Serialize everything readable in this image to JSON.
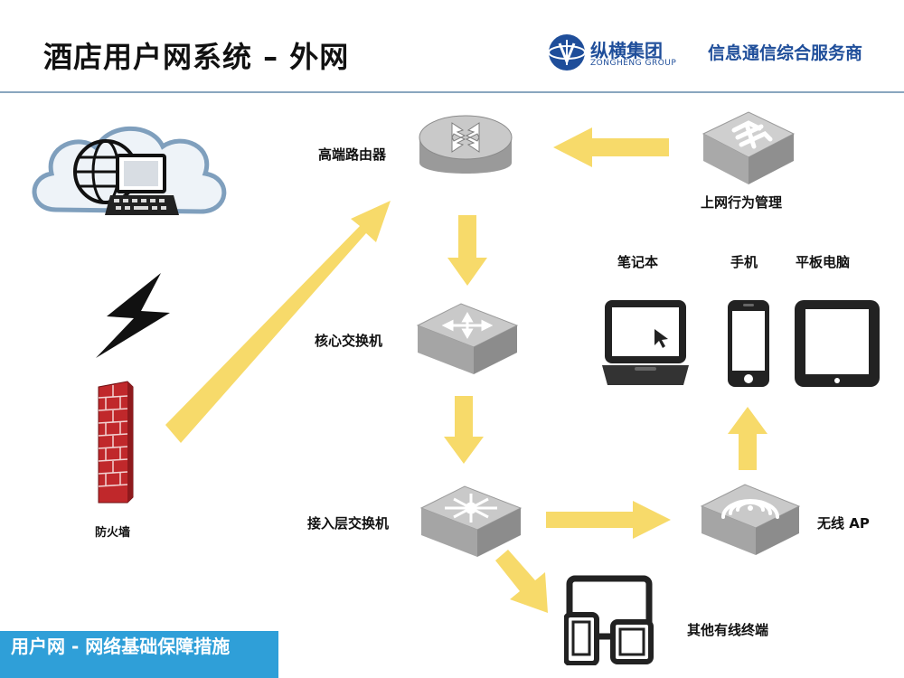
{
  "header": {
    "title": "酒店用户网系统 – 外网",
    "brand_cn": "纵横集团",
    "brand_en": "ZONGHENG GROUP",
    "slogan": "信息通信综合服务商"
  },
  "nodes": {
    "router": "高端路由器",
    "behavior_mgmt": "上网行为管理",
    "core_switch": "核心交换机",
    "access_switch": "接入层交换机",
    "firewall": "防火墙",
    "wireless_ap": "无线 AP",
    "laptop": "笔记本",
    "phone": "手机",
    "tablet": "平板电脑",
    "wired_terminal": "其他有线终端"
  },
  "footer": {
    "label": "用户网 - 网络基础保障措施"
  },
  "colors": {
    "arrow": "#f7da6a",
    "footer_bg": "#2f9fd8",
    "brand": "#1f4e9a",
    "device_gray": "#b9b9b9",
    "firewall_brick": "#c0282b"
  }
}
